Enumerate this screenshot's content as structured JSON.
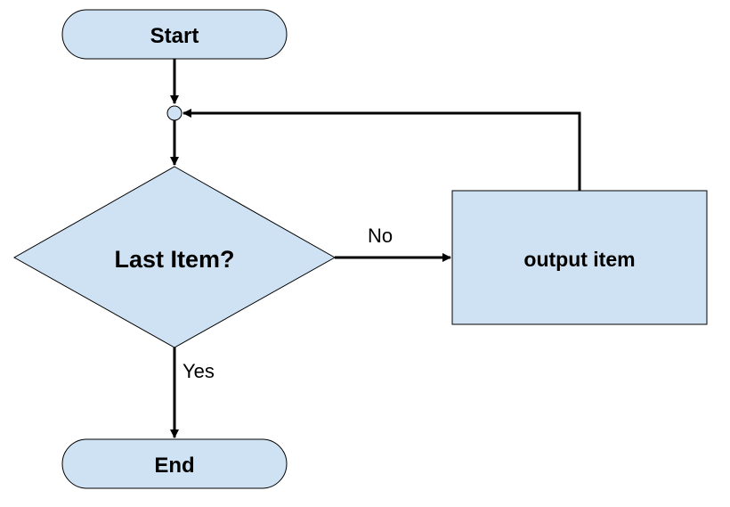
{
  "colors": {
    "node_fill": "#cfe2f3",
    "stroke": "#000000",
    "background": "#ffffff"
  },
  "nodes": {
    "start": {
      "label": "Start",
      "shape": "terminator"
    },
    "decision": {
      "label": "Last Item?",
      "shape": "decision"
    },
    "process": {
      "label": "output item",
      "shape": "process"
    },
    "end": {
      "label": "End",
      "shape": "terminator"
    },
    "junction": {
      "shape": "connector"
    }
  },
  "edges": {
    "no_label": "No",
    "yes_label": "Yes"
  }
}
